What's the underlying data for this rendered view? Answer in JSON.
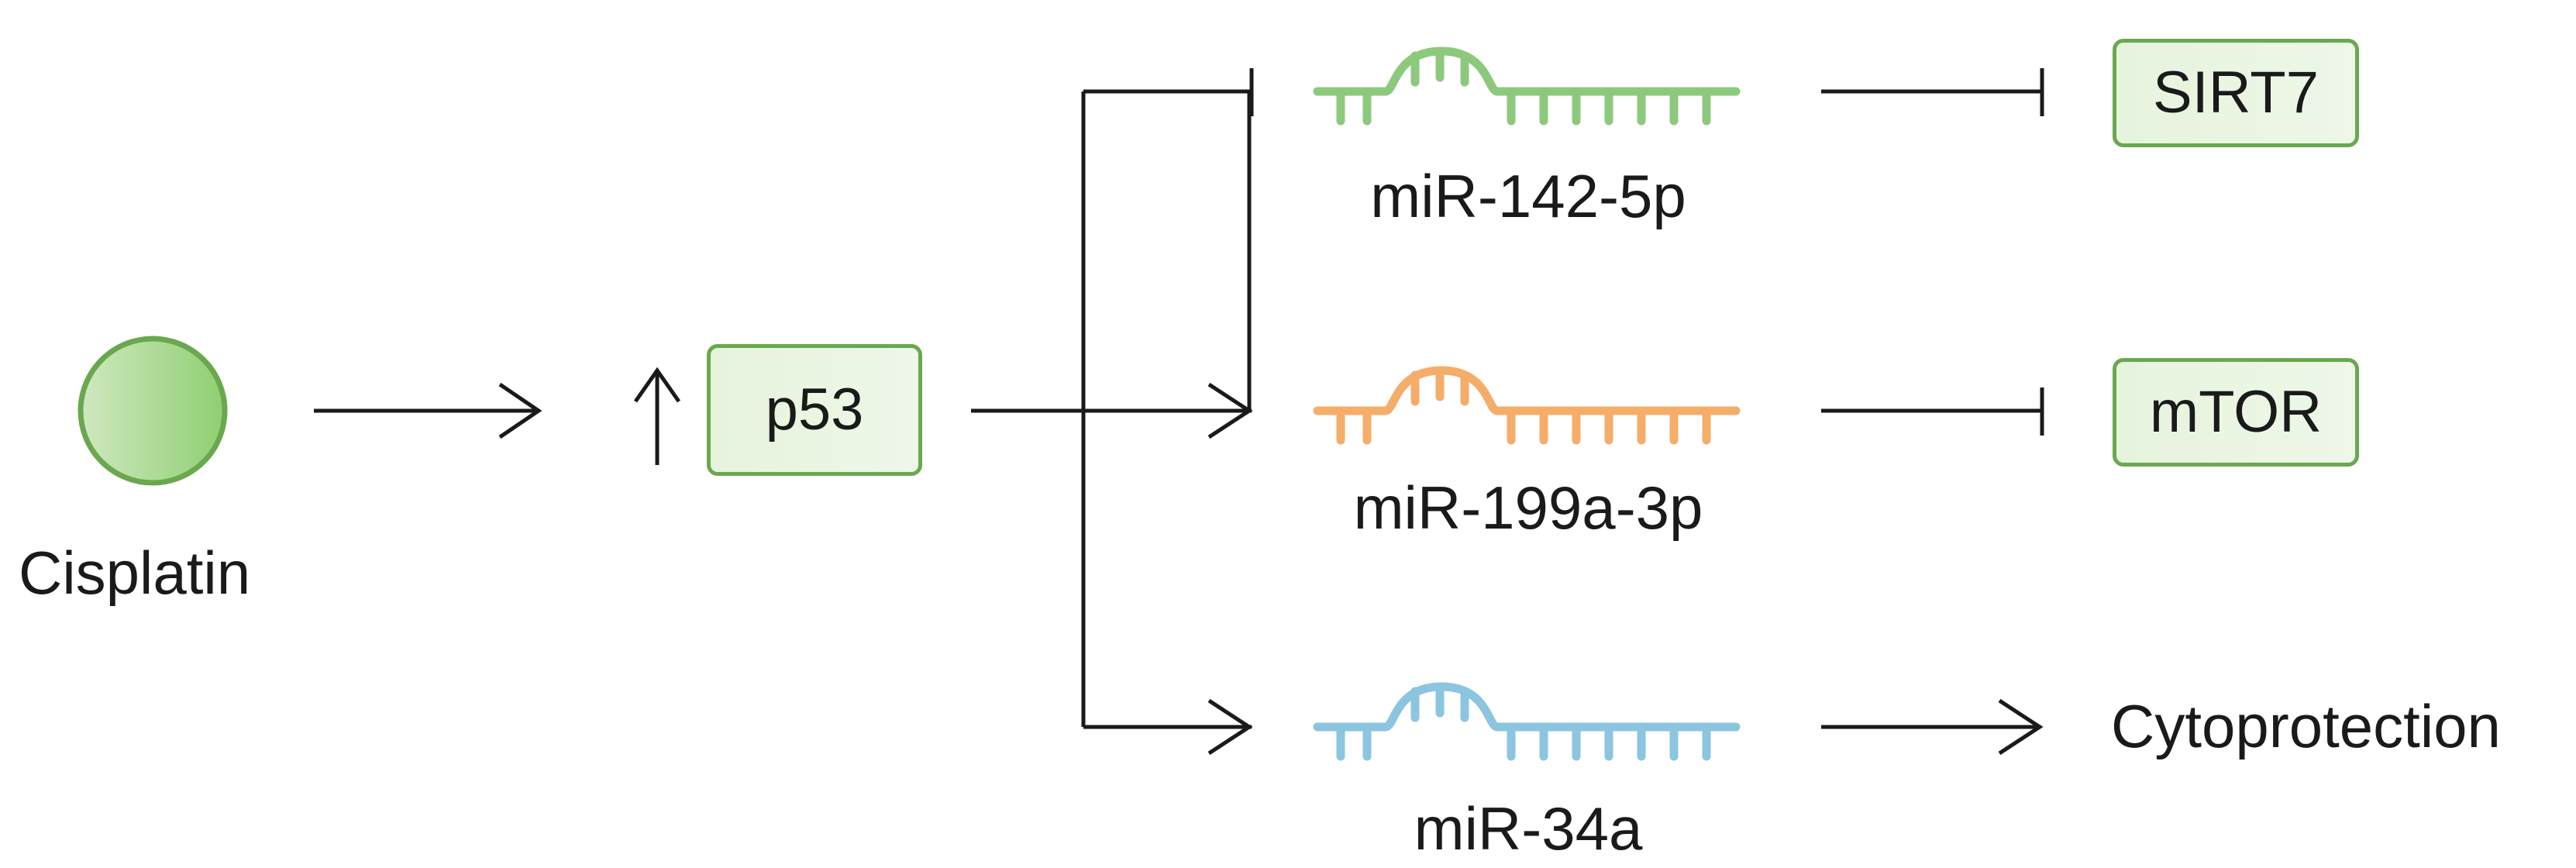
{
  "nodes": {
    "drug": {
      "label": "Cisplatin"
    },
    "p53": {
      "label": "p53",
      "indicator": "↑"
    },
    "mirnas": [
      {
        "label": "miR-142-5p",
        "color": "#8dc97d",
        "effect_from_p53": "inhibits"
      },
      {
        "label": "miR-199a-3p",
        "color": "#f5ad6a",
        "effect_from_p53": "activates"
      },
      {
        "label": "miR-34a",
        "color": "#8bc5e0",
        "effect_from_p53": "activates"
      }
    ],
    "targets": [
      {
        "label": "SIRT7",
        "boxed": true,
        "effect": "inhibits"
      },
      {
        "label": "mTOR",
        "boxed": true,
        "effect": "inhibits"
      },
      {
        "label": "Cytoprotection",
        "boxed": false,
        "effect": "activates"
      }
    ]
  },
  "colors": {
    "node_border": "#6aa84f",
    "node_fill": "#e6f3dd",
    "drug_fill_start": "#cfe8c0",
    "drug_fill_end": "#8fcf72",
    "line": "#1a1a1a"
  }
}
